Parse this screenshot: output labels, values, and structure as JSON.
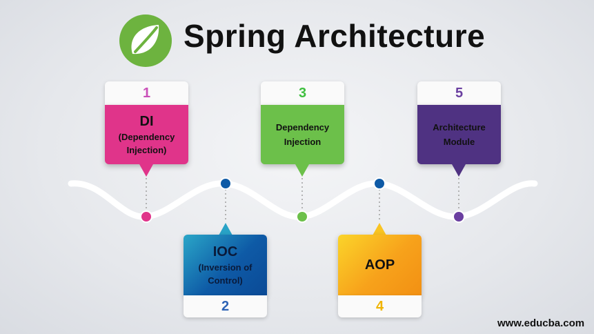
{
  "title": "Spring Architecture",
  "footer": "www.educba.com",
  "colors": {
    "di": "#e0348a",
    "ioc": "#0e5aa6",
    "dependency_injection": "#6cc04a",
    "aop": "#f7a21b",
    "architecture_module": "#4f3282",
    "logo": "#6db33f"
  },
  "steps": [
    {
      "number": "1",
      "title": "DI",
      "subtitle": "(Dependency Injection)",
      "number_color": "#c94fb8"
    },
    {
      "number": "2",
      "title": "IOC",
      "subtitle": "(Inversion of Control)",
      "number_color": "#2d63b5"
    },
    {
      "number": "3",
      "title": "",
      "subtitle": "Dependency Injection",
      "number_color": "#3fbf3f"
    },
    {
      "number": "4",
      "title": "AOP",
      "subtitle": "",
      "number_color": "#f0b400"
    },
    {
      "number": "5",
      "title": "",
      "subtitle": "Architecture Module",
      "number_color": "#6a3fa0"
    }
  ],
  "icons": [
    "spring-leaf-icon"
  ]
}
